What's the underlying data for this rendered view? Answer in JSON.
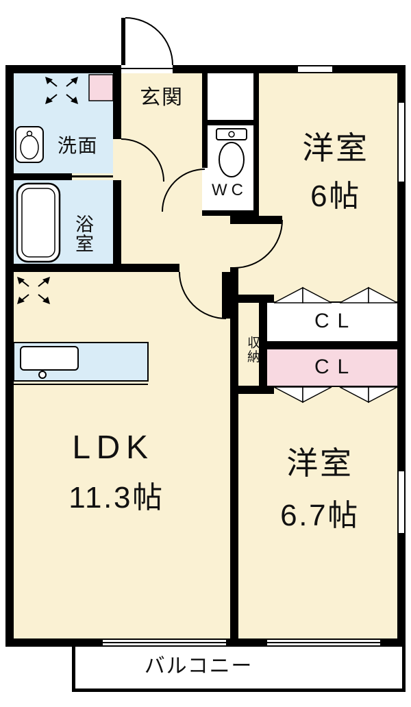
{
  "colors": {
    "room": "#FAF1D3",
    "wet": "#D9ECF7",
    "pink": "#F8D9E1",
    "wall": "#000000",
    "white": "#FFFFFF"
  },
  "rooms": {
    "entrance": {
      "label": "玄関"
    },
    "washroom": {
      "label": "洗面"
    },
    "bathroom": {
      "label": "浴室"
    },
    "toilet": {
      "label": "WC"
    },
    "bedroom1": {
      "label": "洋室",
      "size": "6帖"
    },
    "bedroom2": {
      "label": "洋室",
      "size": "6.7帖"
    },
    "ldk": {
      "label": "LDK",
      "size": "11.3帖"
    },
    "closet_upper": {
      "label": "C L"
    },
    "closet_lower": {
      "label": "C L"
    },
    "storage": {
      "label": "収納"
    },
    "balcony": {
      "label": "バルコニー"
    }
  }
}
